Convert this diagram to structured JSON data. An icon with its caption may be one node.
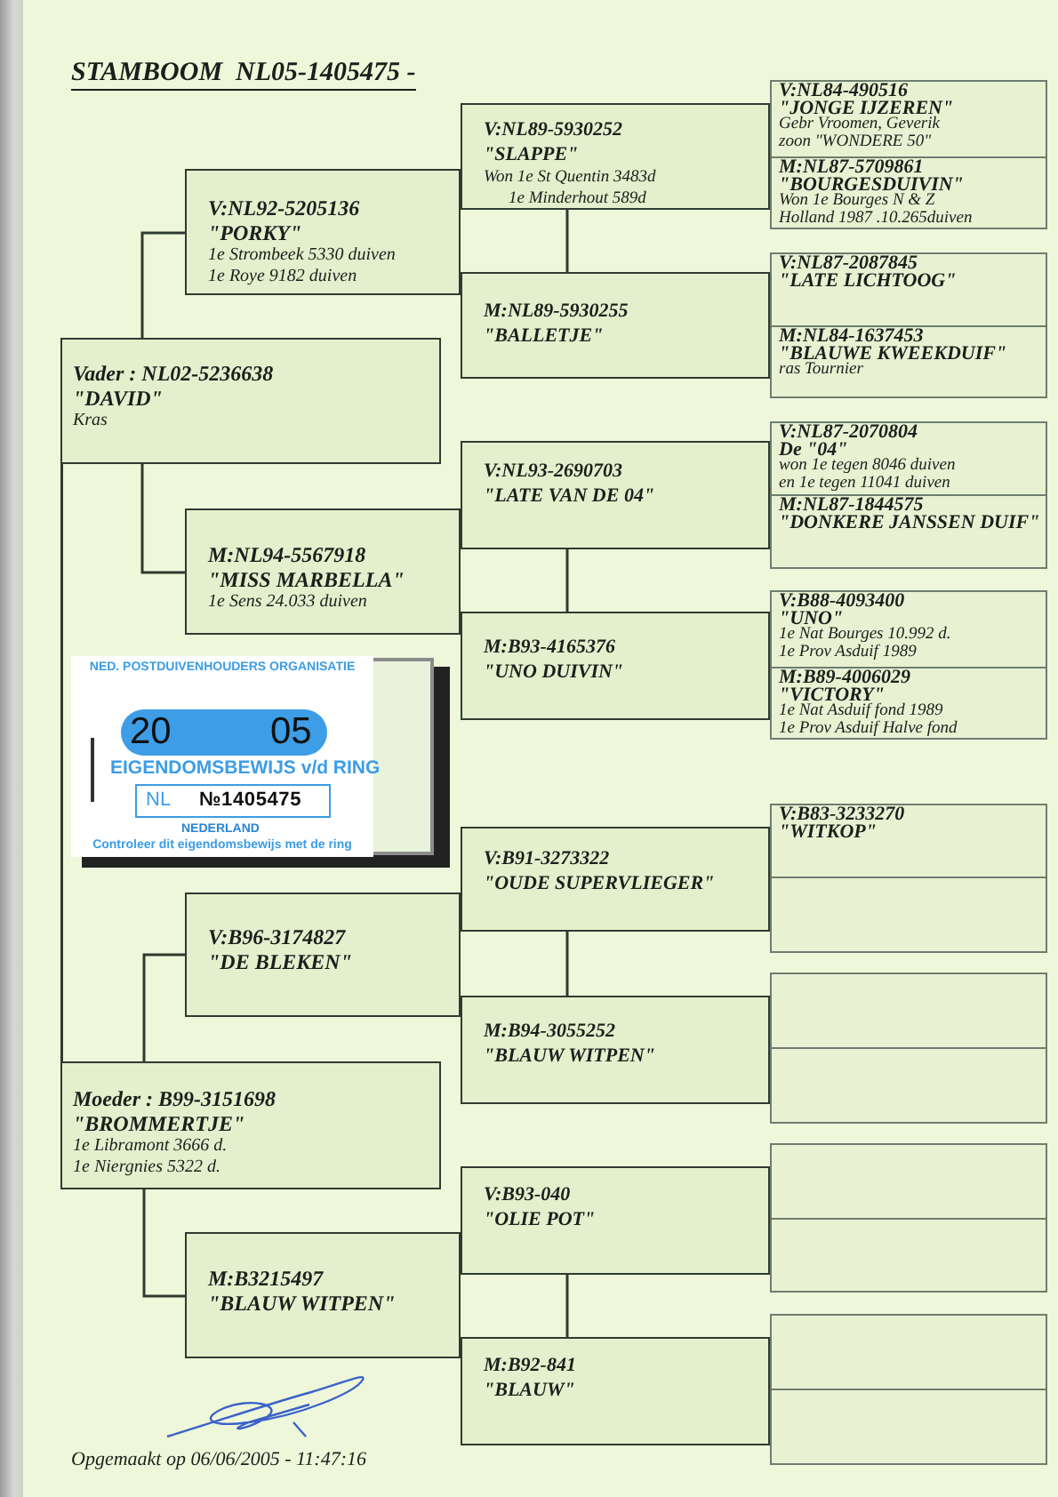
{
  "diagram": {
    "title": "STAMBOOM  NL05-1405475 -",
    "nodes": [
      {
        "text": [
          "Vader : NL02-5236638",
          "\"DAVID\"",
          "Kras"
        ]
      },
      {
        "text": [
          "V:NL92-5205136",
          "\"PORKY\"",
          "1e Strombeek 5330 duiven",
          "1e Roye 9182 duiven"
        ]
      },
      {
        "text": [
          "M:NL94-5567918",
          "\"MISS MARBELLA\"",
          "1e Sens 24.033 duiven"
        ]
      },
      {
        "text": [
          "Moeder : B99-3151698",
          "\"BROMMERTJE\"",
          "1e Libramont 3666 d.",
          "1e Niergnies 5322 d."
        ]
      },
      {
        "text": [
          "V:B96-3174827",
          "\"DE BLEKEN\""
        ]
      },
      {
        "text": [
          "M:B3215497",
          "\"BLAUW WITPEN\""
        ]
      },
      {
        "text": [
          "V:NL89-5930252",
          "\"SLAPPE\"",
          "Won 1e St Quentin 3483d",
          "1e Minderhout 589d"
        ]
      },
      {
        "text": [
          "M:NL89-5930255",
          "\"BALLETJE\""
        ]
      },
      {
        "text": [
          "V:NL93-2690703",
          "\"LATE VAN DE 04\""
        ]
      },
      {
        "text": [
          "M:B93-4165376",
          "\"UNO DUIVIN\""
        ]
      },
      {
        "text": [
          "V:B91-3273322",
          "\"OUDE SUPERVLIEGER\""
        ]
      },
      {
        "text": [
          "M:B94-3055252",
          "\"BLAUW WITPEN\""
        ]
      },
      {
        "text": [
          "V:B93-040",
          "\"OLIE POT\""
        ]
      },
      {
        "text": [
          "M:B92-841",
          "\"BLAUW\""
        ]
      },
      {
        "text": [
          "V:NL84-490516",
          "\"JONGE IJZEREN\"",
          "Gebr Vroomen, Geverik",
          "zoon \"WONDERE 50\""
        ]
      },
      {
        "text": [
          "M:NL87-5709861",
          "\"BOURGESDUIVIN\"",
          "Won 1e Bourges N & Z",
          "Holland 1987 .10.265duiven"
        ]
      },
      {
        "text": [
          "V:NL87-2087845",
          "\"LATE LICHTOOG\""
        ]
      },
      {
        "text": [
          "M:NL84-1637453",
          "\"BLAUWE KWEEKDUIF\"",
          "ras Tournier"
        ]
      },
      {
        "text": [
          "V:NL87-2070804",
          "De \"04\"",
          "won 1e tegen 8046 duiven",
          "en 1e tegen 11041 duiven"
        ]
      },
      {
        "text": [
          "M:NL87-1844575",
          "\"DONKERE JANSSEN DUIF\""
        ]
      },
      {
        "text": [
          "V:B88-4093400",
          "\"UNO\"",
          "1e Nat Bourges 10.992 d.",
          "1e Prov Asduif 1989"
        ]
      },
      {
        "text": [
          "M:B89-4006029",
          "\"VICTORY\"",
          "1e Nat Asduif fond 1989",
          "1e Prov Asduif Halve fond"
        ]
      },
      {
        "text": [
          "V:B83-3233270",
          "\"WITKOP\""
        ]
      },
      {
        "text": [],
        "shape": "box"
      },
      {
        "text": [],
        "shape": "box"
      },
      {
        "text": [],
        "shape": "box"
      },
      {
        "text": [],
        "shape": "box"
      },
      {
        "text": [],
        "shape": "box"
      },
      {
        "text": [],
        "shape": "box"
      },
      {
        "text": [],
        "shape": "box"
      },
      {
        "text": [
          "NED. POSTDUIVENHOUDERS ORGANISATIE",
          "20",
          "05",
          "EIGENDOMSBEWIJS v/d RING",
          "NL",
          "№1405475",
          "NEDERLAND",
          "Controleer dit eigendomsbewijs met de ring"
        ]
      }
    ],
    "edges": [
      {
        "from": 0,
        "to": 1,
        "arrow": "none"
      },
      {
        "from": 0,
        "to": 2,
        "arrow": "none"
      },
      {
        "from": 0,
        "to": 3,
        "arrow": "none"
      },
      {
        "from": 3,
        "to": 4,
        "arrow": "none"
      },
      {
        "from": 3,
        "to": 5,
        "arrow": "none"
      },
      {
        "from": 6,
        "to": 7,
        "arrow": "none"
      },
      {
        "from": 8,
        "to": 9,
        "arrow": "none"
      },
      {
        "from": 10,
        "to": 11,
        "arrow": "none"
      },
      {
        "from": 12,
        "to": 13,
        "arrow": "none"
      }
    ],
    "labels": [
      "Opgemaakt op 06/06/2005 - 11:47:16"
    ]
  }
}
